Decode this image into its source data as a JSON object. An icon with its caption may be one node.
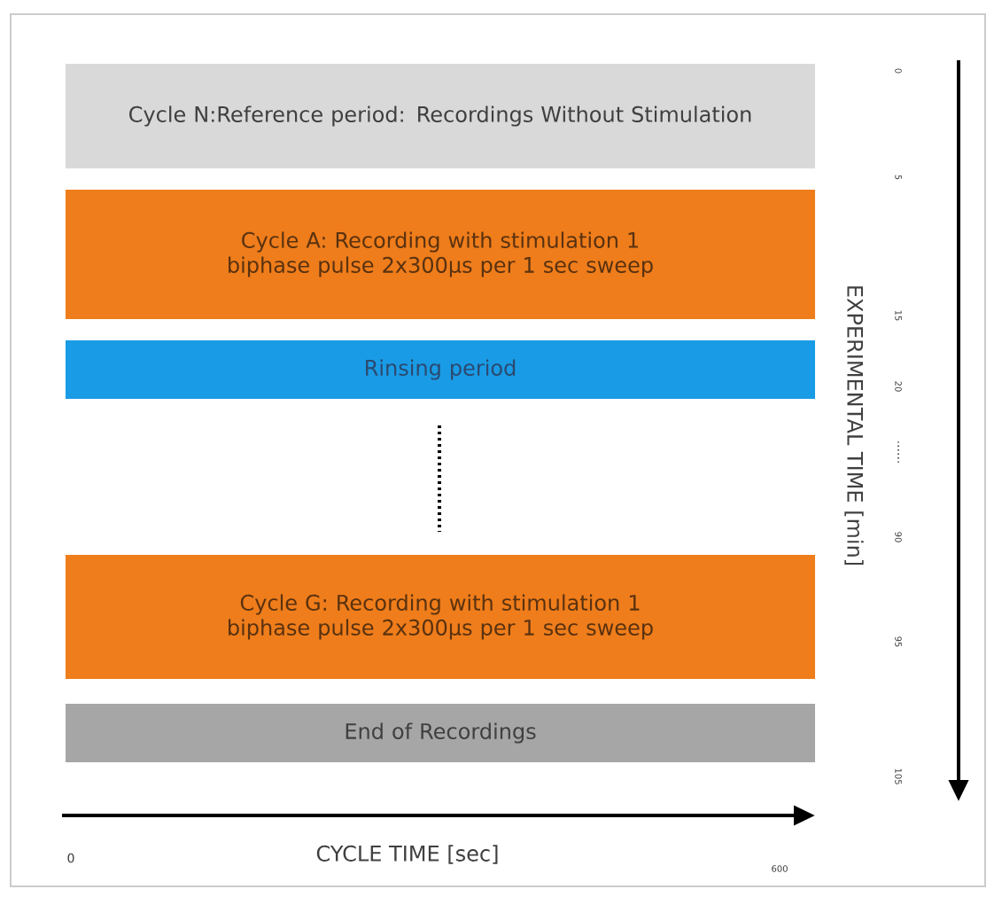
{
  "diagram": {
    "nodes": [
      {
        "text": [
          "Cycle N:Reference period: Recordings Without Stimulation"
        ]
      },
      {
        "text": [
          "Cycle A: Recording with stimulation 1 biphase pulse 2x300µs per 1 sec sweep"
        ]
      },
      {
        "text": [
          "Rinsing period"
        ]
      },
      {
        "text": [
          "Cycle G: Recording with stimulation 1 biphase pulse 2x300µs per 1 sec sweep"
        ]
      },
      {
        "text": [
          "End of Recordings"
        ]
      }
    ],
    "labels": [
      "0",
      "5",
      "15",
      "20",
      "......",
      "90",
      "95",
      "105",
      "EXPERIMENTAL TIME [min]",
      "0",
      "CYCLE TIME [sec]",
      "600"
    ]
  }
}
